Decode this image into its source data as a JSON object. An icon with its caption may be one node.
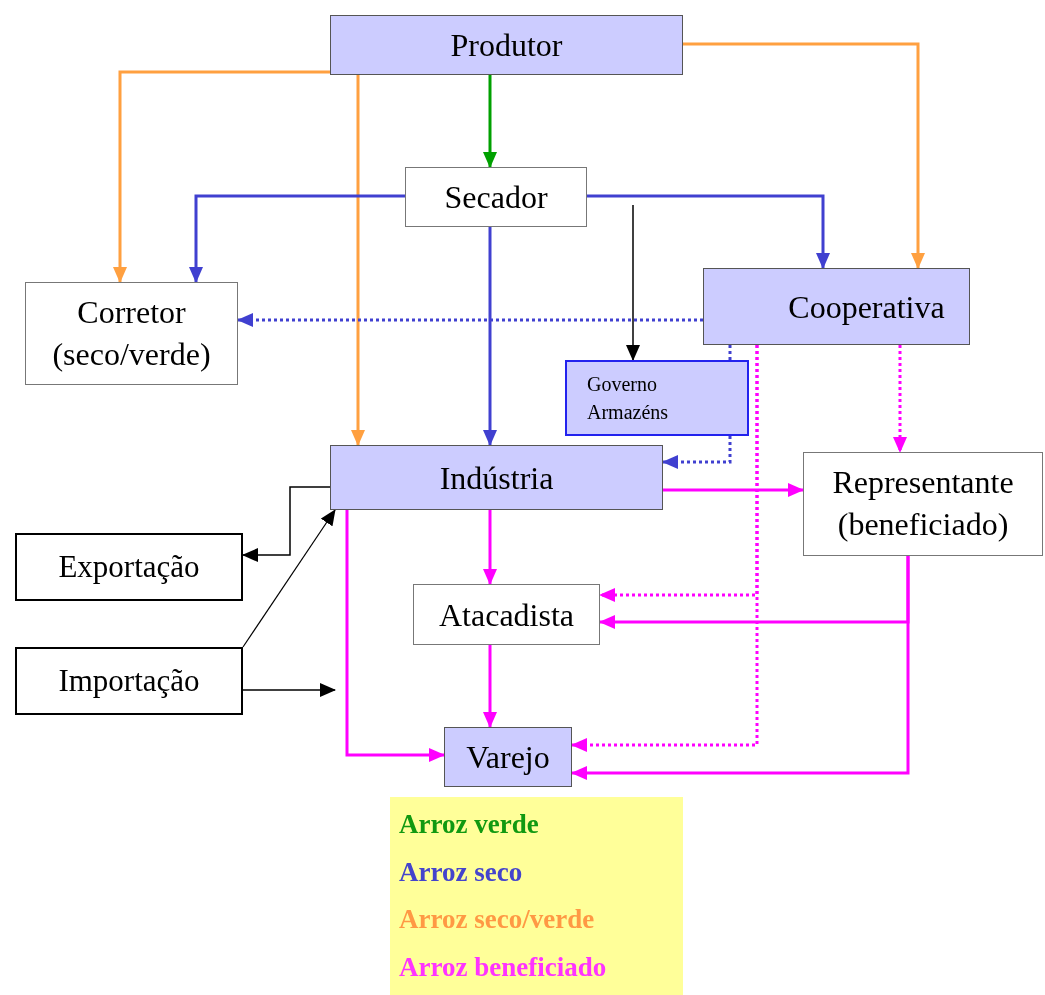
{
  "diagram": {
    "nodes": [
      {
        "text": [
          "Produtor"
        ]
      },
      {
        "text": [
          "Secador"
        ]
      },
      {
        "text": [
          "Corretor (seco/verde)"
        ]
      },
      {
        "text": [
          "Cooperativa"
        ]
      },
      {
        "text": [
          "Governo Armazéns"
        ]
      },
      {
        "text": [
          "Indústria"
        ]
      },
      {
        "text": [
          "Representante (beneficiado)"
        ]
      },
      {
        "text": [
          "Exportação"
        ]
      },
      {
        "text": [
          "Atacadista"
        ]
      },
      {
        "text": [
          "Importação"
        ]
      },
      {
        "text": [
          "Varejo"
        ]
      }
    ],
    "edges": [
      {
        "from": 0,
        "to": 2,
        "arrow": "to",
        "color": "#ffa040"
      },
      {
        "from": 0,
        "to": 5,
        "arrow": "to",
        "color": "#ffa040"
      },
      {
        "from": 0,
        "to": 3,
        "arrow": "to",
        "color": "#ffa040"
      },
      {
        "from": 0,
        "to": 1,
        "arrow": "to",
        "color": "#00a000"
      },
      {
        "from": 1,
        "to": 2,
        "arrow": "to",
        "color": "#4040d0"
      },
      {
        "from": 1,
        "to": 3,
        "arrow": "to",
        "color": "#4040d0"
      },
      {
        "from": 1,
        "to": 5,
        "arrow": "to",
        "color": "#4040d0"
      },
      {
        "from": null,
        "to": 4,
        "arrow": "to",
        "color": "#000000"
      },
      {
        "from": 3,
        "to": 2,
        "arrow": "to",
        "style": "dashed",
        "color": "#4040d0"
      },
      {
        "from": 3,
        "to": 4,
        "arrow": "none",
        "style": "dashed",
        "color": "#4040d0"
      },
      {
        "from": 4,
        "to": 5,
        "arrow": "to",
        "style": "dashed",
        "color": "#4040d0"
      },
      {
        "from": 3,
        "to": 6,
        "arrow": "to",
        "style": "dashed"
      },
      {
        "from": 3,
        "to": 8,
        "arrow": "to",
        "style": "dashed"
      },
      {
        "from": 3,
        "to": 10,
        "arrow": "to",
        "style": "dashed"
      },
      {
        "from": 5,
        "to": 6,
        "arrow": "to"
      },
      {
        "from": 5,
        "to": 8,
        "arrow": "to"
      },
      {
        "from": 5,
        "to": 10,
        "arrow": "to"
      },
      {
        "from": 5,
        "to": 7,
        "arrow": "to",
        "color": "#000000"
      },
      {
        "from": 9,
        "to": 5,
        "arrow": "to",
        "color": "#000000"
      },
      {
        "from": 9,
        "to": null,
        "arrow": "to",
        "color": "#000000"
      },
      {
        "from": 8,
        "to": 10,
        "arrow": "to"
      },
      {
        "from": 6,
        "to": 8,
        "arrow": "to"
      },
      {
        "from": 6,
        "to": 10,
        "arrow": "to"
      }
    ],
    "legend": [
      {
        "text": "Arroz verde",
        "color": "#119911"
      },
      {
        "text": "Arroz seco",
        "color": "#4444cc"
      },
      {
        "text": "Arroz seco/verde",
        "color": "#ff9944"
      },
      {
        "text": "Arroz beneficiado",
        "color": "#ff33ff"
      }
    ]
  }
}
